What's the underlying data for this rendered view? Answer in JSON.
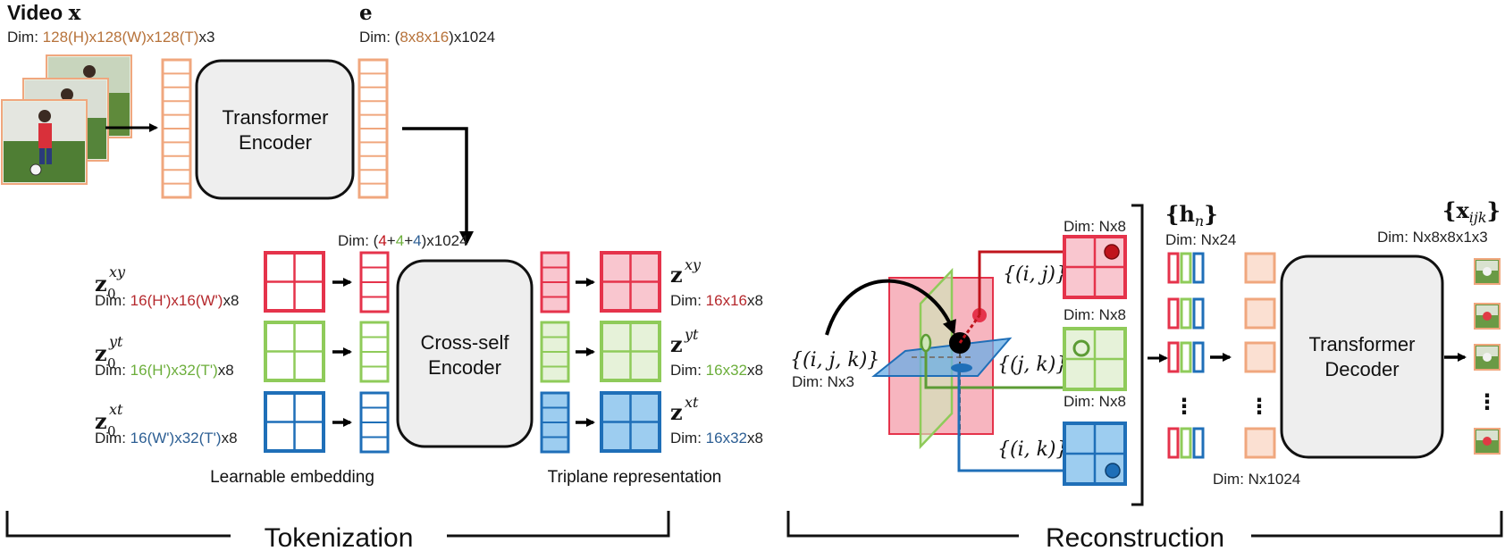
{
  "colors": {
    "orange": "#f0a77e",
    "orange_text": "#b7733b",
    "red": "#e5334b",
    "red_light": "#f9c6cf",
    "red_text": "#b5292d",
    "green": "#8fcb5a",
    "green_light": "#e6f2d9",
    "green_text": "#6cae3b",
    "blue": "#1f6fb8",
    "blue_light": "#9dcdf0",
    "blue_text": "#2d5f94",
    "box_fill": "#eeeeee",
    "arrow": "#000000",
    "red_arrow": "#c0141c",
    "green_arrow": "#5c9c35"
  },
  "tokenization": {
    "video_title_prefix": "Video ",
    "video_title_var": "x",
    "video_dim_prefix": "Dim: ",
    "video_dim_colored": "128(H)x128(W)x128(T)",
    "video_dim_suffix": "x3",
    "transformer_encoder_line1": "Transformer",
    "transformer_encoder_line2": "Encoder",
    "e_label": "e",
    "e_dim_prefix": "Dim: (",
    "e_dim_colored": "8x8x16",
    "e_dim_suffix": ")x1024",
    "cross_dim_prefix": "Dim: (",
    "cross_dim_a": "4",
    "cross_dim_plus1": "+",
    "cross_dim_b": "4",
    "cross_dim_plus2": "+",
    "cross_dim_c": "4",
    "cross_dim_suffix": ")x1024",
    "cross_encoder_line1": "Cross-self",
    "cross_encoder_line2": "Encoder",
    "z0": [
      {
        "base": "z",
        "sub": "0",
        "sup": "xy",
        "dim_prefix": "Dim: ",
        "dim_colored": "16(H')x16(W')",
        "dim_suffix": "x8"
      },
      {
        "base": "z",
        "sub": "0",
        "sup": "yt",
        "dim_prefix": "Dim: ",
        "dim_colored": "16(H')x32(T')",
        "dim_suffix": "x8"
      },
      {
        "base": "z",
        "sub": "0",
        "sup": "xt",
        "dim_prefix": "Dim: ",
        "dim_colored": "16(W')x32(T')",
        "dim_suffix": "x8"
      }
    ],
    "z": [
      {
        "base": "z",
        "sup": "xy",
        "dim_prefix": "Dim: ",
        "dim_colored": "16x16",
        "dim_suffix": "x8"
      },
      {
        "base": "z",
        "sup": "yt",
        "dim_prefix": "Dim: ",
        "dim_colored": "16x32",
        "dim_suffix": "x8"
      },
      {
        "base": "z",
        "sup": "xt",
        "dim_prefix": "Dim: ",
        "dim_colored": "16x32",
        "dim_suffix": "x8"
      }
    ],
    "learnable_embedding": "Learnable embedding",
    "triplane_representation": "Triplane representation",
    "section_label": "Tokenization"
  },
  "reconstruction": {
    "query_label": "{(i, j, k)}",
    "query_dim": "Dim: Nx3",
    "plane_dim_1": "Dim: Nx8",
    "plane_dim_2": "Dim: Nx8",
    "plane_dim_3": "Dim: Nx8",
    "ij_label": "{(i, j)}",
    "jk_label": "{(j, k)}",
    "ik_label": "{(i, k)}",
    "h_label_open": "{",
    "h_label_var": "h",
    "h_label_sub": "n",
    "h_label_close": "}",
    "h_dim": "Dim: Nx24",
    "vdots": "⋮",
    "token_dim": "Dim: Nx1024",
    "decoder_line1": "Transformer",
    "decoder_line2": "Decoder",
    "x_label_open": "{",
    "x_label_var": "x",
    "x_label_sub": "ijk",
    "x_label_close": "}",
    "x_dim": "Dim: Nx8x8x1x3",
    "section_label": "Reconstruction"
  }
}
